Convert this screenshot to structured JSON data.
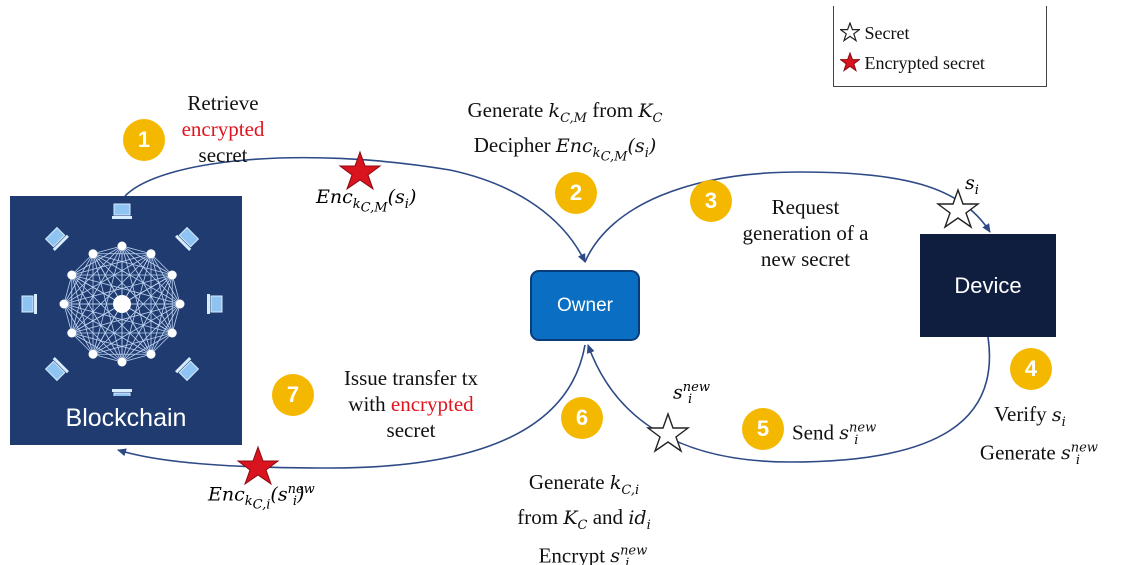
{
  "legend": {
    "secret_label": "Secret",
    "encrypted_label": "Encrypted secret"
  },
  "nodes": {
    "blockchain": "Blockchain",
    "owner": "Owner",
    "device": "Device"
  },
  "steps": {
    "s1": {
      "number": "1",
      "line1": "Retrieve",
      "line2": "encrypted",
      "line3": "secret"
    },
    "s2": {
      "number": "2",
      "line1_prefix": "Generate ",
      "line1_mid": " from ",
      "line2_prefix": "Decipher "
    },
    "s3": {
      "number": "3",
      "line1": "Request",
      "line2": "generation of a",
      "line3": "new secret"
    },
    "s4": {
      "number": "4",
      "line1_prefix": "Verify ",
      "line2_prefix": "Generate "
    },
    "s5": {
      "number": "5",
      "prefix": "Send "
    },
    "s6": {
      "number": "6",
      "line1_prefix": "Generate ",
      "line2_prefix": "from ",
      "line2_mid": " and ",
      "line3_prefix": "Encrypt "
    },
    "s7": {
      "number": "7",
      "line1": "Issue transfer tx",
      "line2_prefix": "with ",
      "line2_red": "encrypted",
      "line3": "secret"
    }
  },
  "math": {
    "enc": "Enc",
    "k": "k",
    "K": "K",
    "s": "s",
    "id": "id",
    "sub_CM": "C,M",
    "sub_C": "C",
    "sub_Ci": "C,i",
    "sub_i": "i",
    "sup_new": "new",
    "lparen": "(",
    "rparen": ")"
  },
  "colors": {
    "blockchain_bg": "#1f3b70",
    "owner_bg": "#0a6fc2",
    "device_bg": "#0f1e3f",
    "badge": "#f5b800",
    "red_star": "#d9141e",
    "arrow": "#2e4a86"
  },
  "icons": [
    "star-outline-icon",
    "star-filled-icon",
    "computer-node-icon"
  ]
}
